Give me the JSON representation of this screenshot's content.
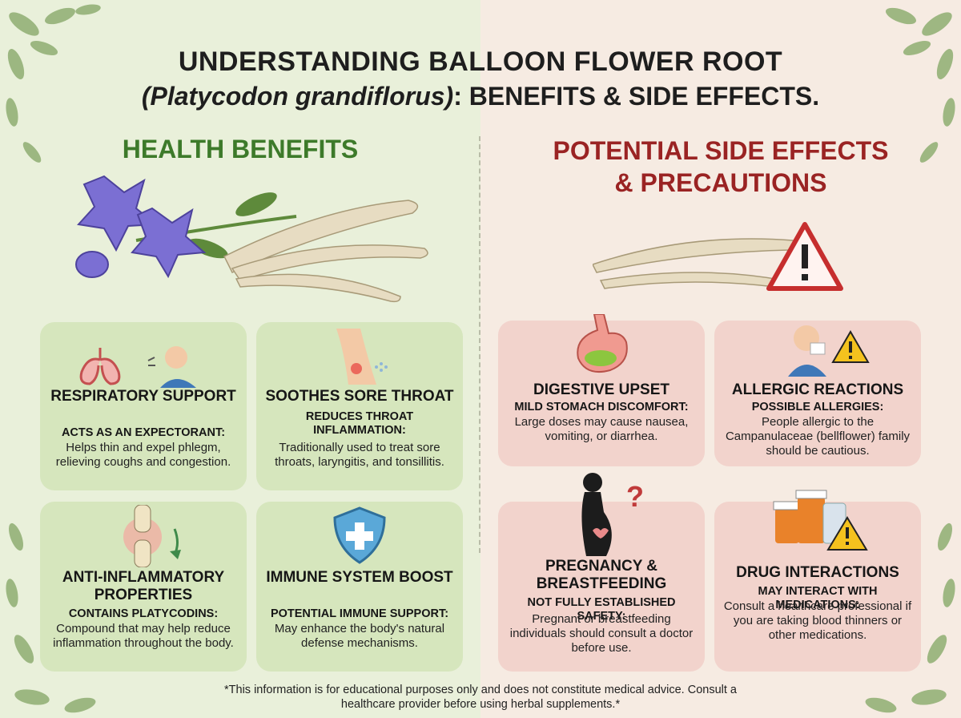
{
  "header": {
    "title_line1": "UNDERSTANDING BALLOON FLOWER ROOT",
    "title_latin": "(Platycodon grandiflorus)",
    "title_line2_rest": ": BENEFITS & SIDE EFFECTS."
  },
  "benefits": {
    "heading": "HEALTH BENEFITS",
    "cards": [
      {
        "title": "RESPIRATORY SUPPORT",
        "sub": "ACTS AS AN EXPECTORANT:",
        "text": "Helps thin and expel phlegm, relieving coughs and congestion.",
        "icon": "lungs-cough-icon"
      },
      {
        "title": "SOOTHES SORE THROAT",
        "sub": "REDUCES THROAT INFLAMMATION:",
        "text": "Traditionally used to treat sore throats, laryngitis, and tonsillitis.",
        "icon": "throat-icon"
      },
      {
        "title": "ANTI-INFLAMMATORY PROPERTIES",
        "sub": "CONTAINS PLATYCODINS:",
        "text": "Compound that may help reduce inflammation throughout the body.",
        "icon": "knee-joint-icon"
      },
      {
        "title": "IMMUNE SYSTEM BOOST",
        "sub": "POTENTIAL IMMUNE SUPPORT:",
        "text": "May enhance the body's natural defense mechanisms.",
        "icon": "shield-plus-icon"
      }
    ]
  },
  "risks": {
    "heading_line1": "POTENTIAL SIDE EFFECTS",
    "heading_line2": "& PRECAUTIONS",
    "cards": [
      {
        "title": "DIGESTIVE UPSET",
        "sub": "MILD STOMACH DISCOMFORT:",
        "text": "Large doses may cause nausea, vomiting, or diarrhea.",
        "icon": "stomach-icon"
      },
      {
        "title": "ALLERGIC REACTIONS",
        "sub": "POSSIBLE ALLERGIES:",
        "text": "People allergic to the Campanulaceae (bellflower) family should be cautious.",
        "icon": "sneeze-warning-icon"
      },
      {
        "title": "PREGNANCY & BREASTFEEDING",
        "sub": "NOT FULLY ESTABLISHED SAFETY:",
        "text": "Pregnant or breastfeeding individuals should consult a doctor before use.",
        "icon": "pregnancy-question-icon"
      },
      {
        "title": "DRUG INTERACTIONS",
        "sub": "MAY INTERACT WITH MEDICATIONS:",
        "text": "Consult a healthcare professional if you are taking blood thinners or other medications.",
        "icon": "medication-warning-icon"
      }
    ]
  },
  "footer": {
    "disclaimer": "*This information is for educational purposes only and does not constitute medical advice. Consult a healthcare provider before using herbal supplements.*"
  },
  "colors": {
    "benefit_heading": "#3d7a2a",
    "risk_heading": "#9a2323",
    "benefit_card": "#d6e6bd",
    "risk_card": "#f2d3cc"
  }
}
